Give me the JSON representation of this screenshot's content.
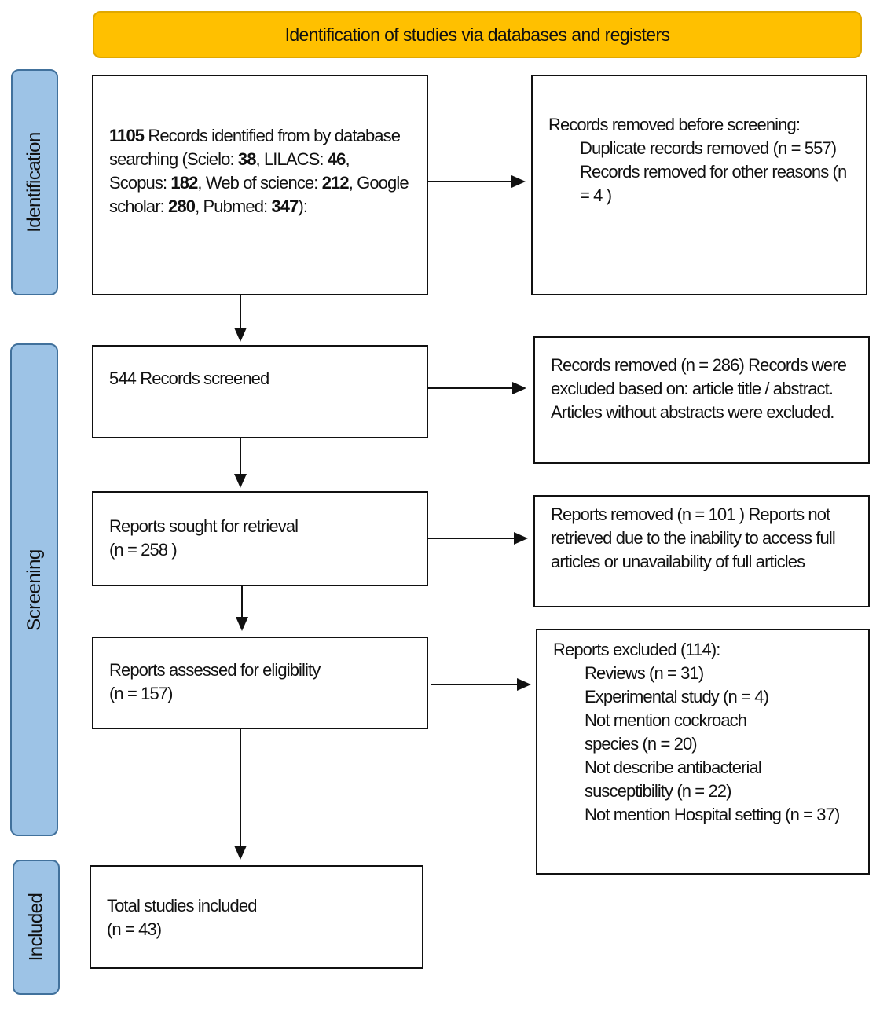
{
  "header": "Identification of studies via databases and registers",
  "phases": {
    "identification": "Identification",
    "screening": "Screening",
    "included": "Included"
  },
  "identified": {
    "segments": [
      {
        "text": "1105",
        "bold": true
      },
      {
        "text": " Records identified from by database searching (Scielo: ",
        "bold": false
      },
      {
        "text": "38",
        "bold": true
      },
      {
        "text": ", LILACS: ",
        "bold": false
      },
      {
        "text": "46",
        "bold": true
      },
      {
        "text": ", Scopus: ",
        "bold": false
      },
      {
        "text": "182",
        "bold": true
      },
      {
        "text": ", Web of science: ",
        "bold": false
      },
      {
        "text": "212",
        "bold": true
      },
      {
        "text": ", Google scholar: ",
        "bold": false
      },
      {
        "text": "280",
        "bold": true
      },
      {
        "text": ", Pubmed: ",
        "bold": false
      },
      {
        "text": "347",
        "bold": true
      },
      {
        "text": "):",
        "bold": false
      }
    ]
  },
  "removed_before": {
    "title": "Records removed before screening:",
    "items": [
      "Duplicate records removed (n = 557)",
      "Records removed for other reasons (n = 4 )"
    ]
  },
  "screened": "544 Records screened",
  "screen_removed": "Records removed (n = 286) Records were excluded based on: article title / abstract. Articles without abstracts were excluded.",
  "sought": {
    "line1": "Reports sought for retrieval",
    "line2": "(n = 258 )"
  },
  "not_retrieved": "Reports removed (n = 101 ) Reports not retrieved due to the inability to access full articles or unavailability of full articles",
  "assessed": {
    "line1": "Reports assessed for eligibility",
    "line2": "(n = 157)"
  },
  "excluded": {
    "title": "Reports excluded (114):",
    "items": [
      "Reviews (n = 31)",
      "Experimental study (n = 4)",
      "Not mention cockroach species (n = 20)",
      "Not describe antibacterial susceptibility (n = 22)",
      "Not mention Hospital setting (n = 37)"
    ]
  },
  "included": {
    "line1": "Total studies included",
    "line2": "(n = 43)"
  }
}
